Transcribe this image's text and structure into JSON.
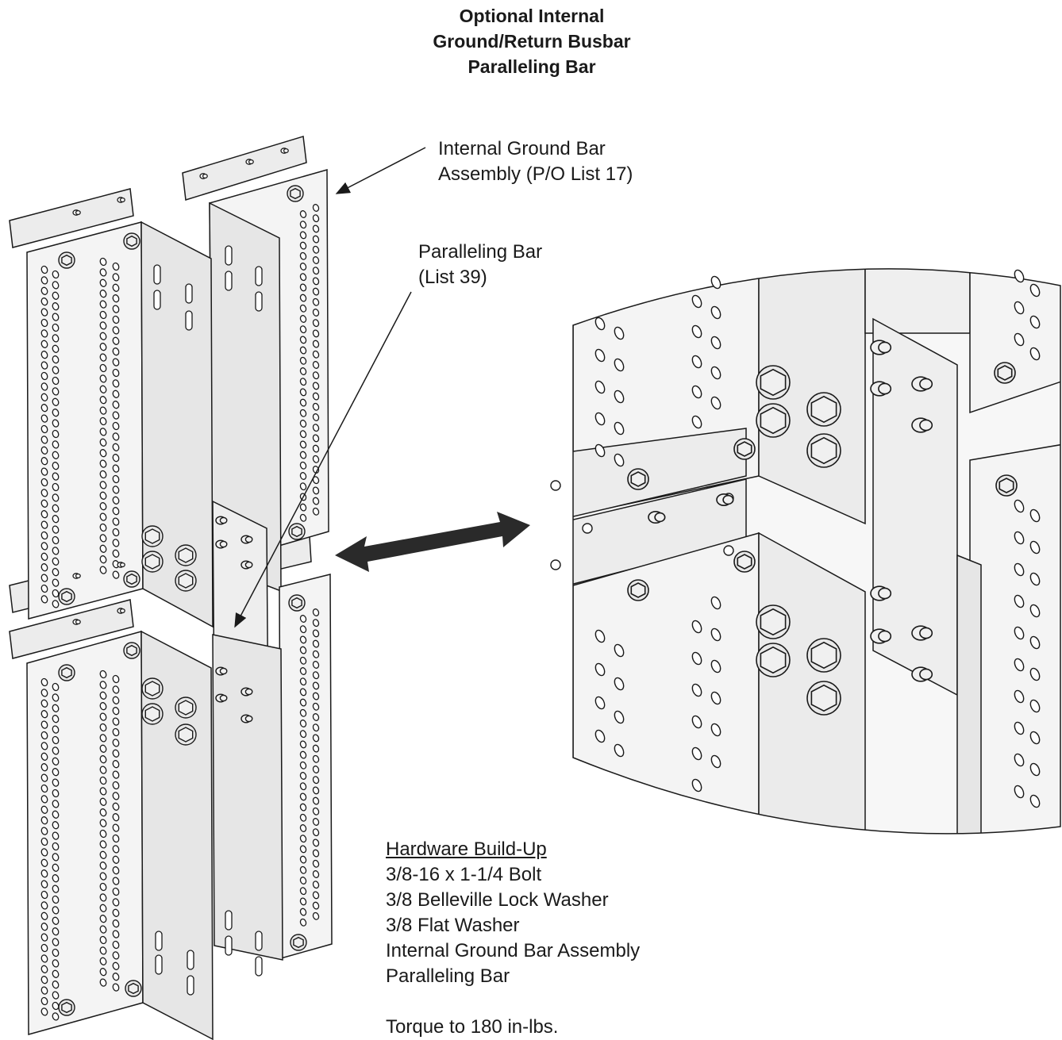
{
  "title": {
    "line1": "Optional Internal",
    "line2": "Ground/Return Busbar",
    "line3": "Paralleling Bar"
  },
  "callouts": {
    "ground_bar_line1": "Internal Ground Bar",
    "ground_bar_line2": "Assembly (P/O List 17)",
    "paralleling_line1": "Paralleling Bar",
    "paralleling_line2": "(List 39)"
  },
  "hardware": {
    "heading": "Hardware Build-Up",
    "items": [
      "3/8-16 x 1-1/4 Bolt",
      "3/8 Belleville Lock Washer",
      "3/8 Flat Washer",
      "Internal Ground Bar Assembly",
      "Paralleling Bar"
    ],
    "torque": "Torque to 180 in-lbs."
  },
  "colors": {
    "line": "#1a1a1a",
    "face": "#f4f4f4",
    "face_shade": "#e6e6e6",
    "arrow": "#2a2a2a"
  }
}
